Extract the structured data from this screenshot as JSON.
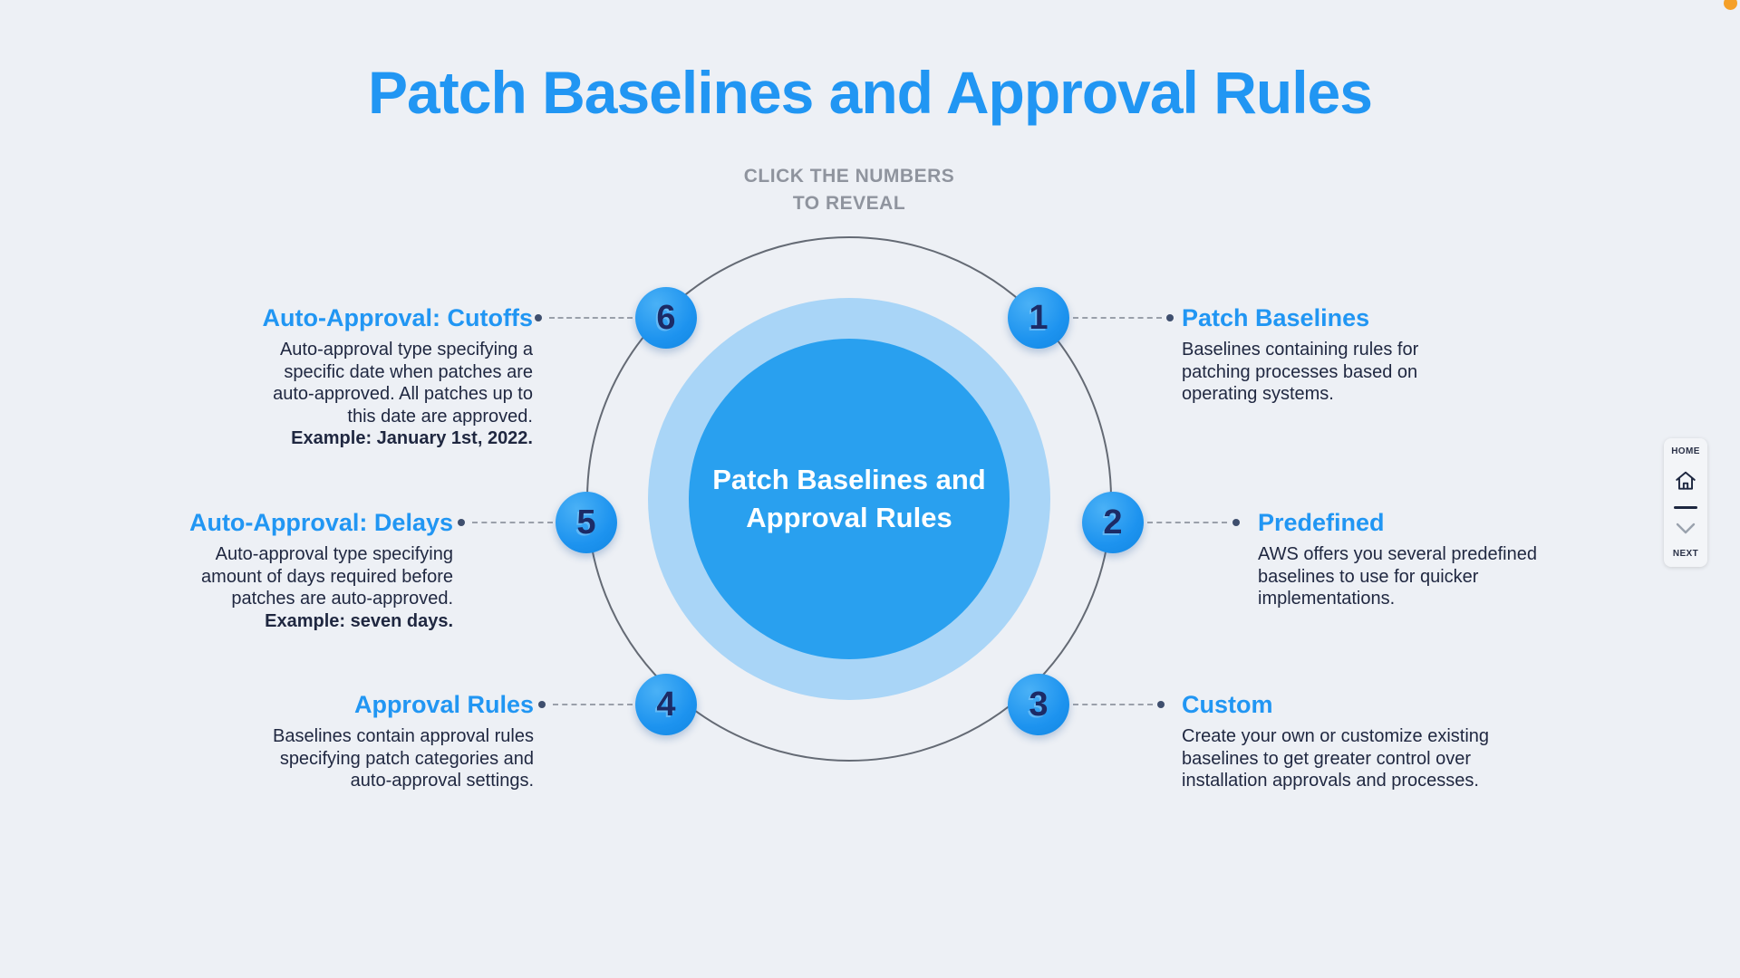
{
  "page": {
    "title": "Patch Baselines and Approval Rules",
    "subtitle": "CLICK THE NUMBERS\nTO REVEAL"
  },
  "center": {
    "label": "Patch Baselines and\nApproval Rules"
  },
  "items": [
    {
      "number": "1",
      "title": "Patch Baselines",
      "body": "Baselines containing rules for\npatching processes based on\noperating systems."
    },
    {
      "number": "2",
      "title": "Predefined",
      "body": "AWS offers you several predefined\nbaselines to use for quicker\nimplementations."
    },
    {
      "number": "3",
      "title": "Custom",
      "body": "Create your own or customize existing\nbaselines to get greater control over\ninstallation approvals and processes."
    },
    {
      "number": "4",
      "title": "Approval Rules",
      "body": "Baselines contain approval rules\nspecifying patch categories and\nauto-approval settings."
    },
    {
      "number": "5",
      "title": "Auto-Approval: Delays",
      "body": "Auto-approval type specifying\namount of days required before\npatches are auto-approved.",
      "example": "Example: seven days."
    },
    {
      "number": "6",
      "title": "Auto-Approval: Cutoffs",
      "body": "Auto-approval type specifying a\nspecific date when patches are\nauto-approved. All patches up to\nthis date are approved.",
      "example": "Example: January 1st, 2022."
    }
  ],
  "nav": {
    "home": "HOME",
    "next": "NEXT",
    "home_icon": "home-icon",
    "next_icon": "chevron-down-icon"
  },
  "colors": {
    "accent_blue": "#2196f3",
    "inner_circle_blue": "#29a0ef",
    "light_ring_blue": "#a9d5f7",
    "number_navy": "#1c2b66",
    "background": "#edf0f5",
    "recording_dot_orange": "#f5a028"
  }
}
